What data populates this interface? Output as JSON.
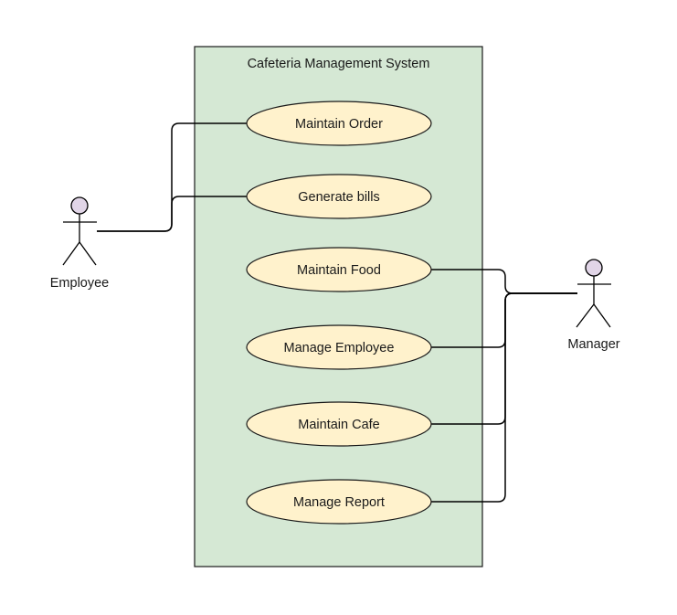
{
  "system": {
    "title": "Cafeteria Management System"
  },
  "actors": {
    "employee": {
      "label": "Employee",
      "icon": "stick-figure-icon"
    },
    "manager": {
      "label": "Manager",
      "icon": "stick-figure-icon"
    }
  },
  "use_cases": [
    {
      "label": "Maintain Order"
    },
    {
      "label": "Generate bills"
    },
    {
      "label": "Maintain Food"
    },
    {
      "label": "Manage Employee"
    },
    {
      "label": "Maintain Cafe"
    },
    {
      "label": "Manage Report"
    }
  ],
  "associations": [
    {
      "actor": "Employee",
      "use_case": "Maintain Order"
    },
    {
      "actor": "Employee",
      "use_case": "Generate bills"
    },
    {
      "actor": "Manager",
      "use_case": "Maintain Food"
    },
    {
      "actor": "Manager",
      "use_case": "Manage Employee"
    },
    {
      "actor": "Manager",
      "use_case": "Maintain Cafe"
    },
    {
      "actor": "Manager",
      "use_case": "Manage Report"
    }
  ],
  "colors": {
    "system_fill": "#d5e8d4",
    "system_stroke": "#1a1a1a",
    "use_case_fill": "#fff2cc",
    "use_case_stroke": "#1a1a1a",
    "actor_head_fill": "#e1d5e7",
    "line": "#000000"
  }
}
